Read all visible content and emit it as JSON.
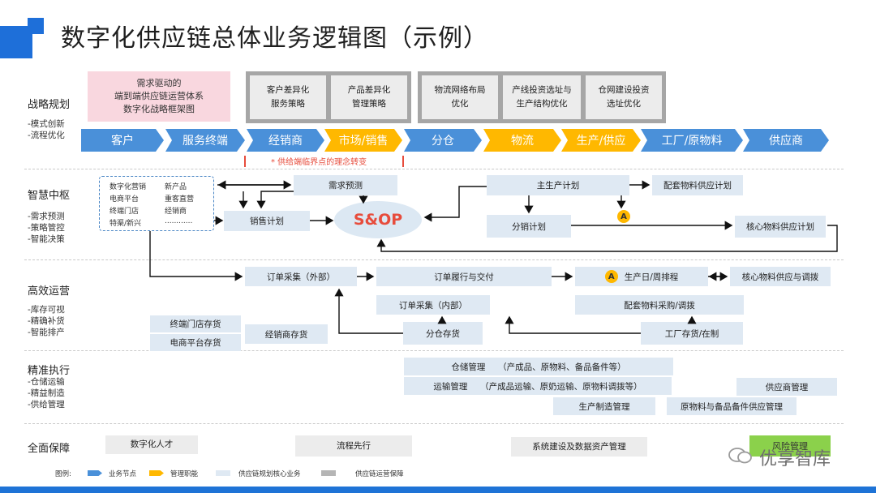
{
  "title": "数字化供应链总体业务逻辑图（示例）",
  "sections": [
    {
      "title": "战略规划",
      "sub": [
        "-模式创新",
        "-流程优化"
      ]
    },
    {
      "title": "智慧中枢",
      "sub": [
        "-需求预测",
        "-策略管控",
        "-智能决策"
      ]
    },
    {
      "title": "高效运营",
      "sub": [
        "-库存可视",
        "-精确补货",
        "-智能排产"
      ]
    },
    {
      "title": "精准执行",
      "sub": [
        "-仓储运输",
        "-精益制造",
        "-供给管理"
      ]
    },
    {
      "title": "全面保障",
      "sub": []
    }
  ],
  "strategy": {
    "pink_box": [
      "需求驱动的",
      "端到端供应链运营体系",
      "数字化战略框架图"
    ],
    "group1": [
      "客户差异化\n服务策略",
      "产品差异化\n管理策略"
    ],
    "group2": [
      "物流网络布局\n优化",
      "产线投资选址与\n生产结构优化",
      "仓网建设投资\n选址优化"
    ]
  },
  "chain": [
    {
      "label": "客户",
      "type": "business"
    },
    {
      "label": "服务终端",
      "type": "business"
    },
    {
      "label": "经销商",
      "type": "business"
    },
    {
      "label": "市场/销售",
      "type": "management"
    },
    {
      "label": "分仓",
      "type": "business"
    },
    {
      "label": "物流",
      "type": "management"
    },
    {
      "label": "生产/供应",
      "type": "management"
    },
    {
      "label": "工厂/原物料",
      "type": "business"
    },
    {
      "label": "供应商",
      "type": "business"
    }
  ],
  "boundary_note": "* 供给端临界点的理念转变",
  "hub": {
    "channels": [
      "数字化营销",
      "新产品",
      "电商平台",
      "重客直营",
      "终端门店",
      "经销商",
      "特渠/新兴",
      "............"
    ],
    "demand_forecast": "需求预测",
    "sales_plan": "销售计划",
    "sop": "S&OP",
    "master_plan": "主生产计划",
    "material_plan": "配套物料供应计划",
    "distribution_plan": "分销计划",
    "core_material_plan": "核心物料供应计划",
    "badge": "A"
  },
  "ops": {
    "order_external": "订单采集（外部）",
    "order_fulfill": "订单履行与交付",
    "production_schedule": "生产日/周排程",
    "core_material_supply": "核心物料供应与调拨",
    "order_internal": "订单采集（内部）",
    "material_purchase": "配套物料采购/调拨",
    "store_inventory": "终端门店存货",
    "ecom_inventory": "电商平台存货",
    "dealer_inventory": "经销商存货",
    "warehouse_inventory": "分仓存货",
    "factory_inventory": "工厂存货/在制",
    "badge": "A"
  },
  "exec": {
    "warehouse_mgmt": "仓储管理　　（产成品、原物料、备品备件等）",
    "transport_mgmt": "运输管理　　（产成品运输、原奶运输、原物料调拨等）",
    "production_mgmt": "生产制造管理",
    "raw_spare_mgmt": "原物料与备品备件供应管理",
    "supplier_mgmt": "供应商管理"
  },
  "support": {
    "digital_talent": "数字化人才",
    "process_first": "流程先行",
    "system_build": "系统建设及数据资产管理",
    "risk_mgmt": "风险管理"
  },
  "legend": {
    "prefix": "图例:",
    "items": [
      "业务节点",
      "管理职能",
      "供应链规划核心业务",
      "供应链运营保障"
    ]
  },
  "watermark": "优享智库",
  "colors": {
    "business": "#4a90d9",
    "management": "#ffb800",
    "pink": "#f9d7df",
    "core_box": "#dfe9f3",
    "support_gray": "#ececec",
    "group_border": "#a6a6a6",
    "green": "#8bd14b",
    "accent_red": "#e74c3c"
  }
}
